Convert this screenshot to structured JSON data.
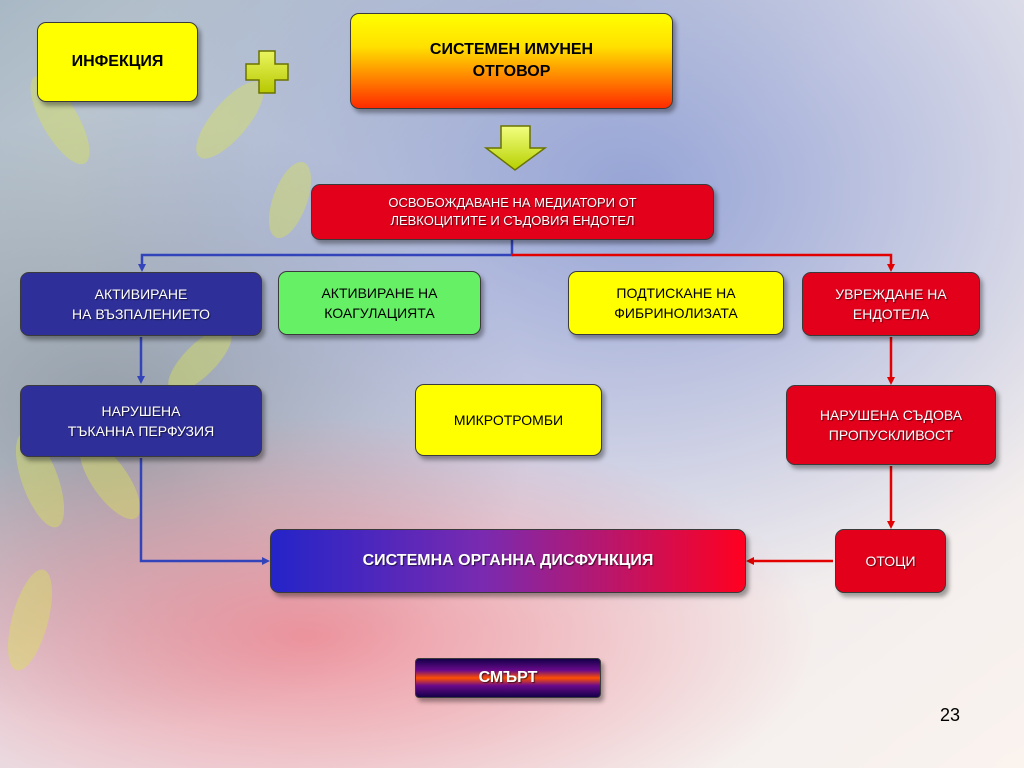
{
  "colors": {
    "blue": "#2f2f9a",
    "red": "#e3001b",
    "yellow": "#ffff00",
    "green": "#66f066",
    "blue_connector": "#3344bb",
    "red_connector": "#e30000"
  },
  "icons": {
    "plus": "plus-icon",
    "down_arrow": "down-arrow-icon"
  },
  "nodes": {
    "infection": "ИНФЕКЦИЯ",
    "immune_response": "СИСТЕМЕН ИМУНЕН\nОТГОВОР",
    "mediators": "ОСВОБОЖДАВАНЕ НА МЕДИАТОРИ ОТ\nЛЕВКОЦИТИТЕ И СЪДОВИЯ ЕНДОТЕЛ",
    "inflammation": "АКТИВИРАНЕ\nНА ВЪЗПАЛЕНИЕТО",
    "coagulation": "АКТИВИРАНЕ НА\nКОАГУЛАЦИЯТА",
    "fibrinolysis": "ПОДТИСКАНЕ НА\nФИБРИНОЛИЗАТА",
    "endothelium": "УВРЕЖДАНЕ НА\nЕНДОТЕЛА",
    "perfusion": "НАРУШЕНА\nТЪКАННА ПЕРФУЗИЯ",
    "microthrombi": "МИКРОТРОМБИ",
    "permeability": "НАРУШЕНА СЪДОВА\nПРОПУСКЛИВОСТ",
    "organ_dysfunction": "СИСТЕМНА ОРГАННА ДИСФУНКЦИЯ",
    "edema": "ОТОЦИ",
    "death": "СМЪРТ"
  },
  "page_number": "23"
}
